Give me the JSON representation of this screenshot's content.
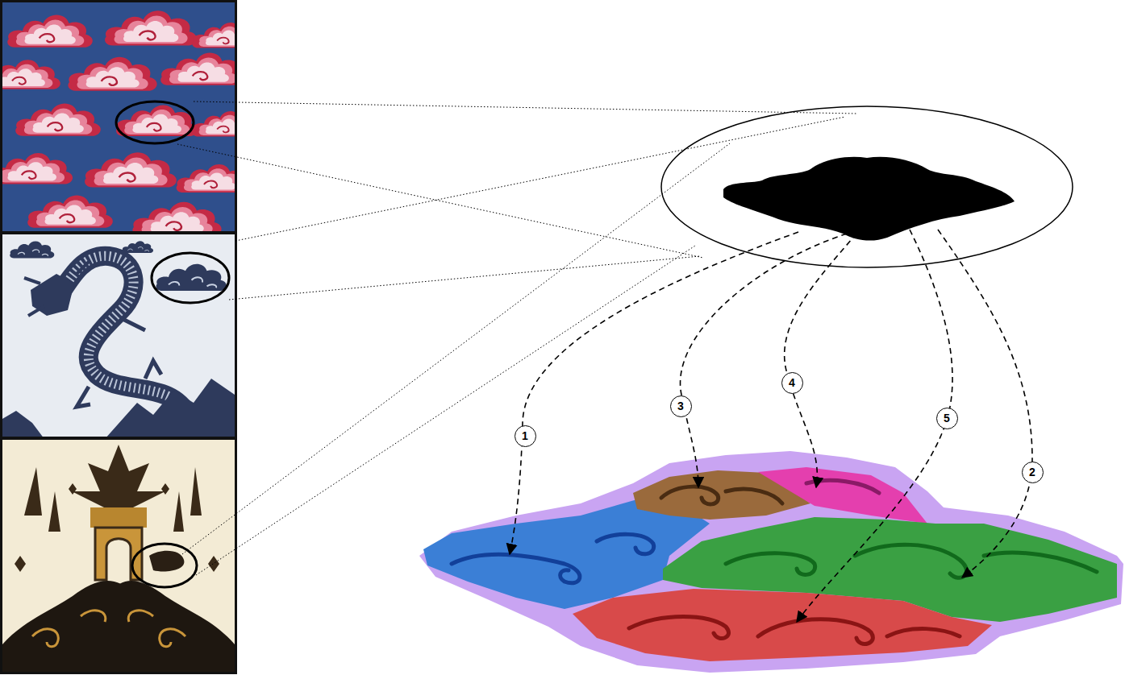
{
  "diagram": {
    "labels": [
      "1",
      "3",
      "4",
      "5",
      "2"
    ]
  }
}
